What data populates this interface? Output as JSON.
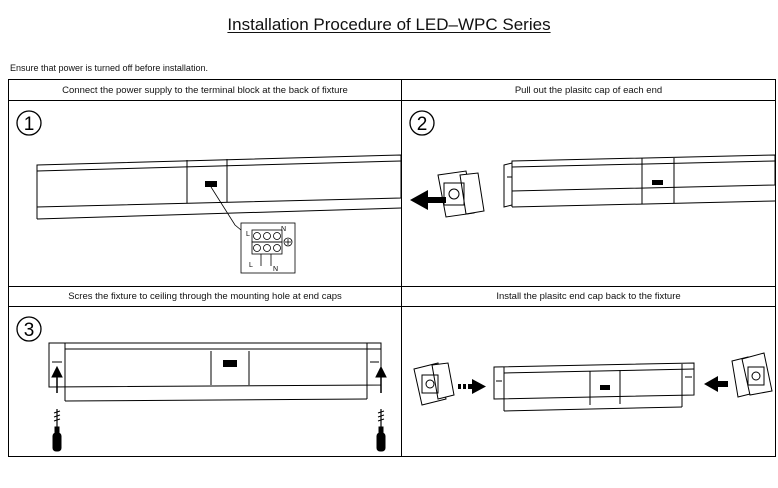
{
  "document": {
    "title": "Installation Procedure of LED–WPC Series",
    "notice": "Ensure that power is turned off before installation."
  },
  "steps": [
    {
      "caption": "Connect the power supply to the terminal block at the back of fixture",
      "number": "1"
    },
    {
      "caption": "Pull out the plasitc cap of each end",
      "number": "2"
    },
    {
      "caption": "Scres the fixture to ceiling through the mounting hole at end caps",
      "number": "3"
    },
    {
      "caption": "Install  the plasitc  end cap back to the fixture",
      "number": ""
    }
  ],
  "terminal_labels": {
    "l": "L",
    "n": "N"
  }
}
